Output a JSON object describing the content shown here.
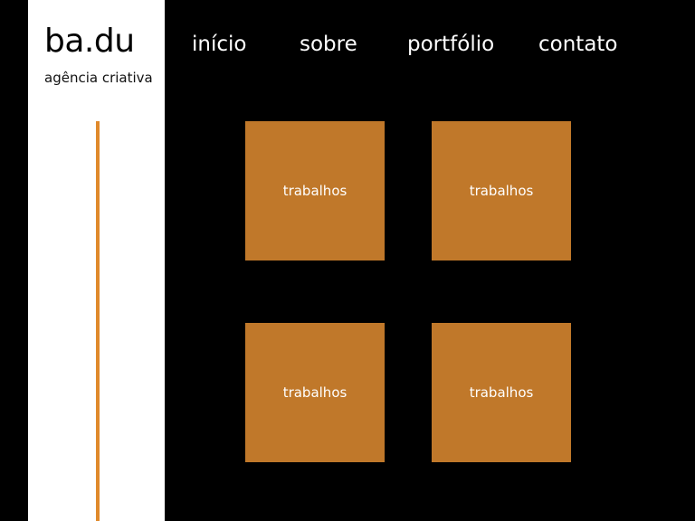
{
  "brand": {
    "name": "ba.du",
    "tagline": "agência criativa"
  },
  "nav": {
    "items": [
      {
        "label": "início"
      },
      {
        "label": "sobre"
      },
      {
        "label": "portfólio"
      },
      {
        "label": "contato"
      }
    ]
  },
  "portfolio": {
    "tiles": [
      {
        "label": "trabalhos"
      },
      {
        "label": "trabalhos"
      },
      {
        "label": "trabalhos"
      },
      {
        "label": "trabalhos"
      }
    ]
  },
  "colors": {
    "background": "#000000",
    "sidebar": "#ffffff",
    "accent_line": "#e08a2c",
    "tile": "#c0782a",
    "nav_text": "#ffffff"
  }
}
